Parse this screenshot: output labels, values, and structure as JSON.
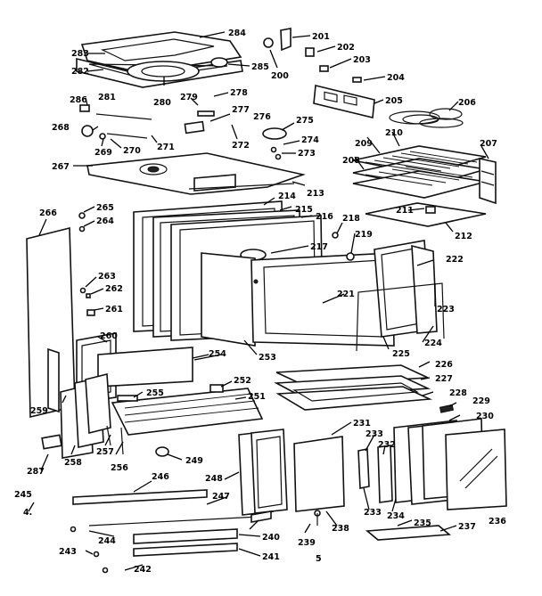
{
  "diagram": {
    "type": "exploded-parts-view",
    "part_numbers": {
      "p200": "200",
      "p201": "201",
      "p202": "202",
      "p203": "203",
      "p204": "204",
      "p205": "205",
      "p206": "206",
      "p207": "207",
      "p208": "208",
      "p209": "209",
      "p210": "210",
      "p211": "211",
      "p212": "212",
      "p213": "213",
      "p214": "214",
      "p215": "215",
      "p216": "216",
      "p217": "217",
      "p218": "218",
      "p219": "219",
      "p221": "221",
      "p222": "222",
      "p223": "223",
      "p224": "224",
      "p225": "225",
      "p226": "226",
      "p227": "227",
      "p228": "228",
      "p229": "229",
      "p230": "230",
      "p231": "231",
      "p232": "232",
      "p233": "233",
      "p234": "234",
      "p235": "235",
      "p236": "236",
      "p237": "237",
      "p238": "238",
      "p239": "239",
      "p240": "240",
      "p241": "241",
      "p242": "242",
      "p243": "243",
      "p244": "244",
      "p245": "245",
      "p246": "246",
      "p247": "247",
      "p248": "248",
      "p249": "249",
      "p251": "251",
      "p252": "252",
      "p253": "253",
      "p254": "254",
      "p255": "255",
      "p256": "256",
      "p257": "257",
      "p258": "258",
      "p259": "259",
      "p260": "260",
      "p261": "261",
      "p262": "262",
      "p263": "263",
      "p264": "264",
      "p265": "265",
      "p266": "266",
      "p267": "267",
      "p268": "268",
      "p269": "269",
      "p270": "270",
      "p271": "271",
      "p272": "272",
      "p273": "273",
      "p274": "274",
      "p275": "275",
      "p276": "276",
      "p277": "277",
      "p278": "278",
      "p279": "279",
      "p280": "280",
      "p281": "281",
      "p282": "282",
      "p283": "283",
      "p284": "284",
      "p285": "285",
      "p286": "286",
      "p287": "287"
    },
    "stray_marks": {
      "m4": "4.",
      "m5": "5"
    }
  }
}
